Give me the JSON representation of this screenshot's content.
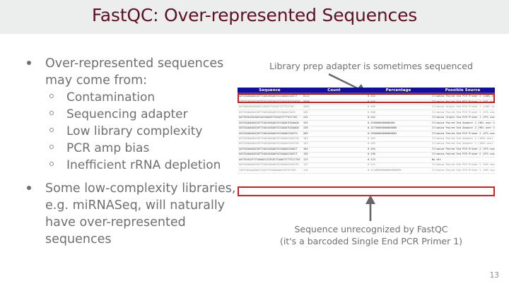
{
  "slide": {
    "title": "FastQC: Over-represented Sequences",
    "page_number": "13",
    "title_color": "#5f1024",
    "body_text_color": "#6f6f6f",
    "header_row_color": "#10109c",
    "highlight_color": "#d0211c"
  },
  "bullets": {
    "b1": "Over-represented sequences",
    "b1_cont": "may come from:",
    "sub": [
      "Contamination",
      "Sequencing adapter",
      "Low library complexity",
      "PCR amp bias",
      "Inefficient rRNA depletion"
    ],
    "b2_l1": "Some low-complexity libraries,",
    "b2_l2": "e.g. miRNASeq, will naturally",
    "b2_l3": "have over-represented",
    "b2_l4": "sequences"
  },
  "captions": {
    "top": "Library prep adapter is sometimes sequenced",
    "bottom_l1": "Sequence unrecognized by FastQC",
    "bottom_l2": "(it's a barcoded Single End PCR Primer 1)"
  },
  "table": {
    "columns": [
      "Sequence",
      "Count",
      "Percentage",
      "Possible Source"
    ],
    "rows": [
      {
        "seq": "GATCGGAAGAGCGGTTCAGCAGGAATGCCGAGACCGATCT",
        "count": "8122",
        "pct": "0.333",
        "src": "Illumina Paired End PCR Primer 2 (100% over 40bp)",
        "dim": false
      },
      {
        "seq": "GATCGGAAGAGCGGTTCAGCAGGAATGCCGAGATCGGAAGAG",
        "count": "5006",
        "pct": "0.444",
        "src": "Illumina Paired End PCR Primer 2 (97% over 38bp)",
        "dim": false
      },
      {
        "seq": "AATGAAGAGGGAGACCCAGATCTACACTCTTTCCCTAC",
        "count": "2065",
        "pct": "0.485",
        "src": "Illumina Single End PCR Primer 1 (100% over 40bp)",
        "dim": true
      },
      {
        "seq": "AGTCGGAAGAGCGGTTCAGCAGGAATGCCGAGACCGATC",
        "count": "508",
        "pct": "0.508",
        "src": "Illumina Paired End PCR Primer 2 (97% over 40bp)",
        "dim": true
      },
      {
        "seq": "AATTATACGGCGACCACCGAGATCTACACTCTTTCCCTAC",
        "count": "242",
        "pct": "0.242",
        "src": "Illumina Single End PCR Primer 1 (97% over 40bp)",
        "dim": false
      },
      {
        "seq": "GATCGGAAGAGCGGTTCAGCAGGAATGCCGAGATCGGAAGA",
        "count": "335",
        "pct": "0.3356000000000001",
        "src": "Illumina Paired End Adapter 2 (96% over 38bp)",
        "dim": false
      },
      {
        "seq": "GATCGGAAGAGCGGTTCAGCAGGAATGCCGAGATCGGAAGA",
        "count": "328",
        "pct": "0.32756000000000000",
        "src": "Illumina Paired End Adapter 2 (96% over 38bp)",
        "dim": false
      },
      {
        "seq": "GATCGGAAGAGCGGTTCAGCAGGAATGCCGAGACCGATCG",
        "count": "289",
        "pct": "0.26566000000000002",
        "src": "Illumina Paired End PCR Primer 2 (97% over 38bp)",
        "dim": false
      },
      {
        "seq": "AGTCGGAAGAGCGGTTCAGCAGGAATGCCGAGACCGATCGG",
        "count": "183",
        "pct": "0.183",
        "src": "Illumina Paired End Adapter 2 (100% over 32bp)",
        "dim": true
      },
      {
        "seq": "AGTCGGAAGAGCGGTTCAGCAGGAATGCCGAGACCGATCGG",
        "count": "183",
        "pct": "0.183",
        "src": "Illumina Paired End Adapter 2 (100% over 32bp)",
        "dim": true
      },
      {
        "seq": "GATCGGAAGAGCGGTTCAGCAGGAATGCCGAGACCGAACT",
        "count": "164",
        "pct": "0.164",
        "src": "Illumina Paired End PCR Primer 2 (97% over 40bp)",
        "dim": false
      },
      {
        "seq": "GATCGGAAGAGCGGTTCAGCAGGAATGCCGAGACCGATCT",
        "count": "136",
        "pct": "0.136",
        "src": "Illumina Paired End PCR Primer 2 (97% over 40bp)",
        "dim": false
      },
      {
        "seq": "AATTATACGTTCTAGAGCCGTATATCTAGACTCTTTCCCTAC",
        "count": "123",
        "pct": "0.123",
        "src": "No Hit",
        "dim": false
      },
      {
        "seq": "AGTCGGAAGAGCGGTTCAGCAGGAATGCCGAGACCGATCGG",
        "count": "122",
        "pct": "0.122",
        "src": "Illumina Paired End PCR Primer 2 (94% over 38bp)",
        "dim": true
      },
      {
        "seq": "CGGTCAGCAAGAATCCGGCGTCGAAAGAGCCGGTCCGAG",
        "count": "118",
        "pct": "0.11200000000000000099",
        "src": "Illumina Paired End PCR Primer 2 (96% over 38bp)",
        "dim": true
      }
    ]
  }
}
